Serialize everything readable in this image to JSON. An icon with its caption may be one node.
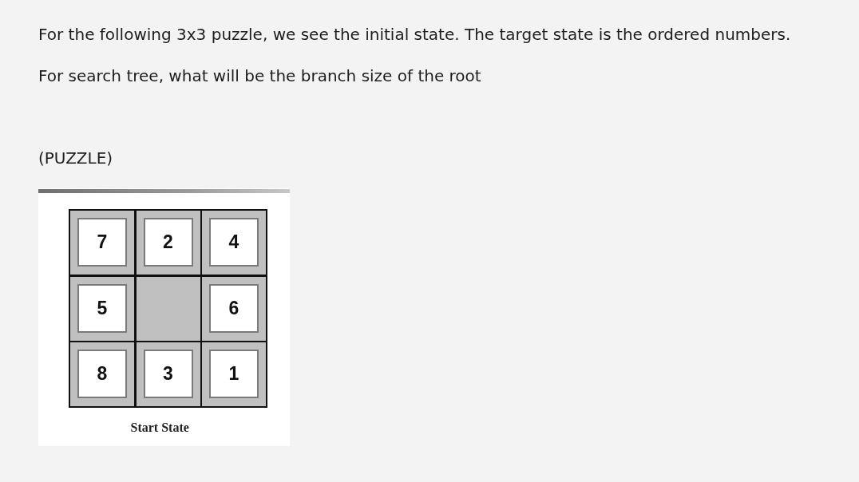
{
  "diagram": {
    "caption": "Start State",
    "nodes": [
      {
        "text": [
          "7"
        ]
      },
      {
        "text": [
          "2"
        ]
      },
      {
        "text": [
          "4"
        ]
      },
      {
        "text": [
          "5"
        ]
      },
      {
        "text": [],
        "shape": "box"
      },
      {
        "text": [
          "6"
        ]
      },
      {
        "text": [
          "8"
        ]
      },
      {
        "text": [
          "3"
        ]
      },
      {
        "text": [
          "1"
        ]
      }
    ],
    "labels": [
      "For the following 3x3 puzzle, we see the initial state. The target state is the ordered numbers.",
      "For search tree, what will be the branch size of the root",
      "(PUZZLE)"
    ]
  }
}
